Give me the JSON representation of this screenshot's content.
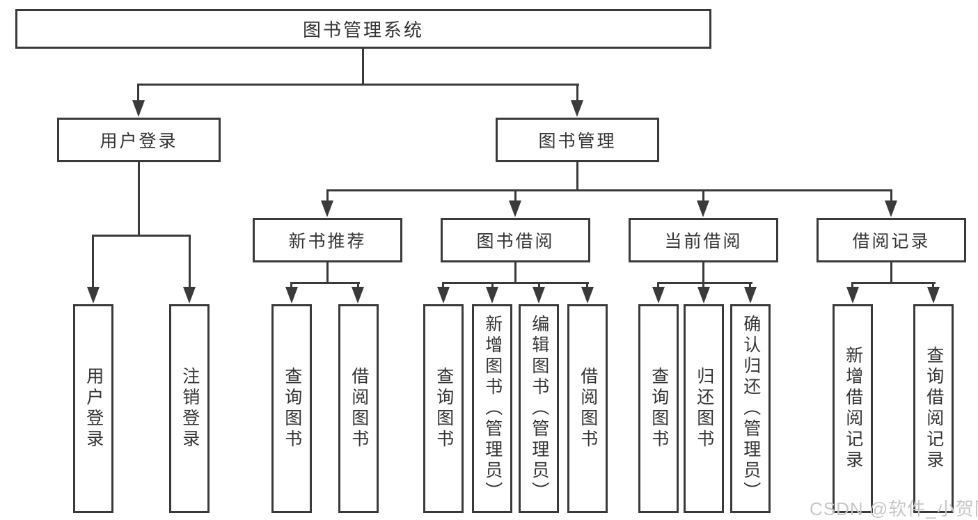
{
  "diagram": {
    "root": "图书管理系统",
    "login": {
      "label": "用户登录",
      "leaves": [
        "用户登录",
        "注销登录"
      ]
    },
    "mgmt": {
      "label": "图书管理",
      "sections": [
        {
          "label": "新书推荐",
          "leaves": [
            "查询图书",
            "借阅图书"
          ]
        },
        {
          "label": "图书借阅",
          "leaves": [
            "查询图书",
            "新增图书（管理员）",
            "编辑图书（管理员）",
            "借阅图书"
          ]
        },
        {
          "label": "当前借阅",
          "leaves": [
            "查询图书",
            "归还图书",
            "确认归还（管理员）"
          ]
        },
        {
          "label": "借阅记录",
          "leaves": [
            "新增借阅记录",
            "查询借阅记录"
          ]
        }
      ]
    }
  },
  "watermark": "CSDN @软件_小贺同学",
  "colors": {
    "stroke": "#3a3a3a",
    "text": "#333333",
    "watermark": "#c7c7c7",
    "background": "#ffffff"
  }
}
